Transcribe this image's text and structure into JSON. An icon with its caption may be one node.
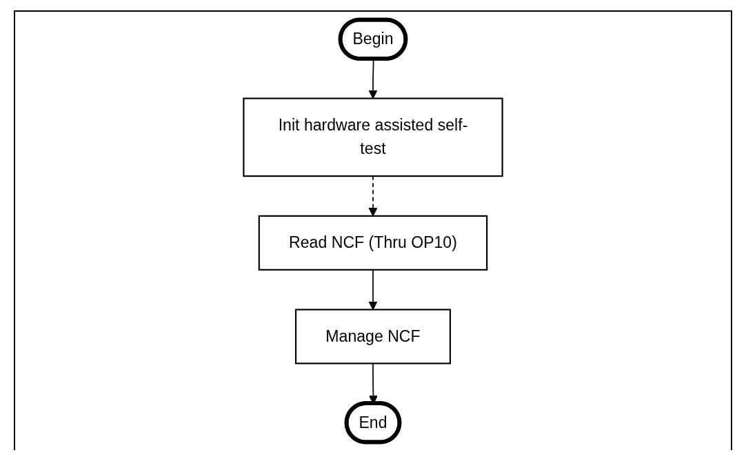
{
  "diagram": {
    "nodes": [
      {
        "text": [
          "Begin"
        ]
      },
      {
        "text": [
          "Init hardware assisted self-test"
        ]
      },
      {
        "text": [
          "Read NCF (Thru OP10)"
        ]
      },
      {
        "text": [
          "Manage NCF"
        ]
      },
      {
        "text": [
          "End"
        ]
      }
    ],
    "edges": [
      {
        "from": 0,
        "to": 1,
        "arrow": "to"
      },
      {
        "from": 1,
        "to": 2,
        "arrow": "to",
        "style": "dashed"
      },
      {
        "from": 2,
        "to": 3,
        "arrow": "to"
      },
      {
        "from": 3,
        "to": 4,
        "arrow": "to"
      }
    ]
  }
}
